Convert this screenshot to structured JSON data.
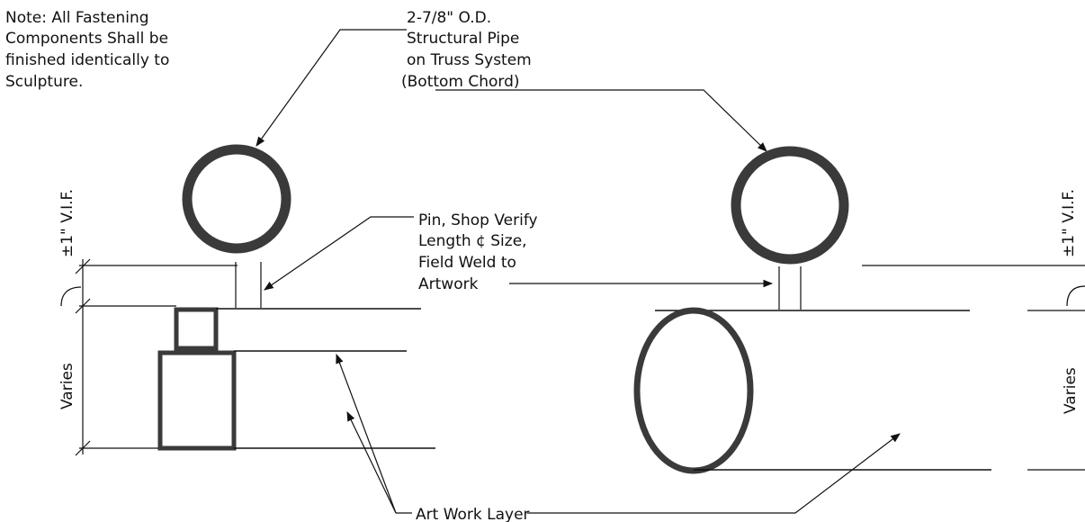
{
  "notes": {
    "note_lines": [
      "Note: All Fastening",
      "Components Shall be",
      "finished identically to",
      "Sculpture."
    ]
  },
  "labels": {
    "pipe_lines": [
      "2-7/8\" O.D.",
      "Structural Pipe",
      "on Truss System",
      "(Bottom Chord)"
    ],
    "pin_lines": [
      "Pin, Shop Verify",
      "Length ¢ Size,",
      "Field Weld to",
      "Artwork"
    ],
    "artwork_layer": "Art Work Layer"
  },
  "dimensions": {
    "tolerance_left": "±1\" V.I.F.",
    "varies_left": "Varies",
    "tolerance_right": "±1\" V.I.F.",
    "varies_right": "Varies"
  }
}
